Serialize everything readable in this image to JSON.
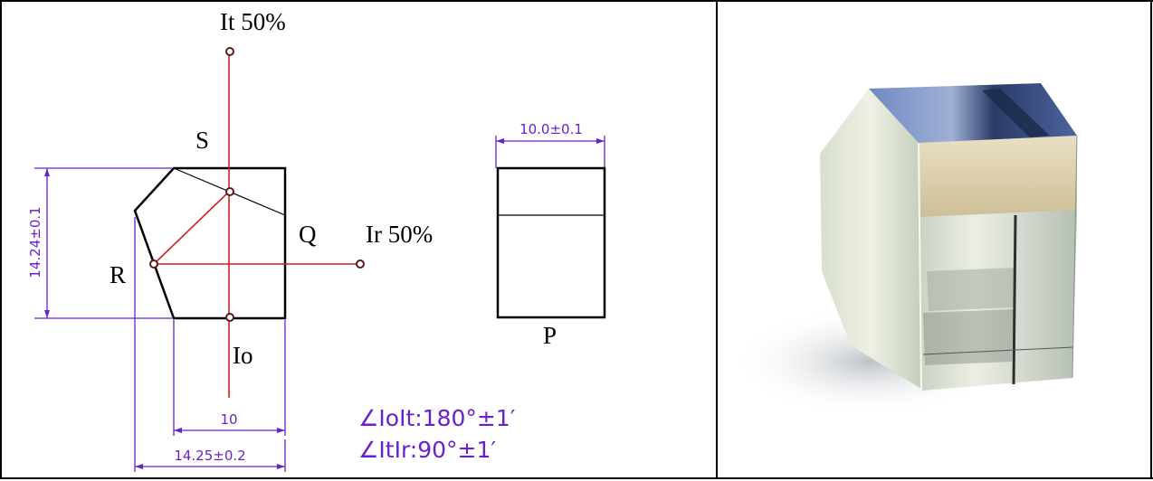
{
  "drawing": {
    "beam_transmitted_label": "It 50%",
    "beam_reflected_label": "Ir 50%",
    "beam_input_label": "Io",
    "face_s_label": "S",
    "face_q_label": "Q",
    "face_r_label": "R",
    "side_view_label": "P",
    "dim_height": "14.24±0.1",
    "dim_width_inner": "10",
    "dim_width_total": "14.25±0.2",
    "dim_side_width": "10.0±0.1",
    "angle_spec_1": "∠IoIt:180°±1′",
    "angle_spec_2": "∠ItIr:90°±1′"
  },
  "photo": {
    "subject": "pentaprism-photo"
  },
  "colors": {
    "outline": "#000000",
    "beam": "#cc2222",
    "dimension": "#6a1fd0",
    "glass_light": "#e6ecda",
    "glass_mid": "#c7d0bf",
    "glass_dark": "#96a196",
    "top_face_blue": "#5a78b8",
    "top_face_dark": "#1c2a4a",
    "bevel_tan": "#d6c9a5"
  }
}
